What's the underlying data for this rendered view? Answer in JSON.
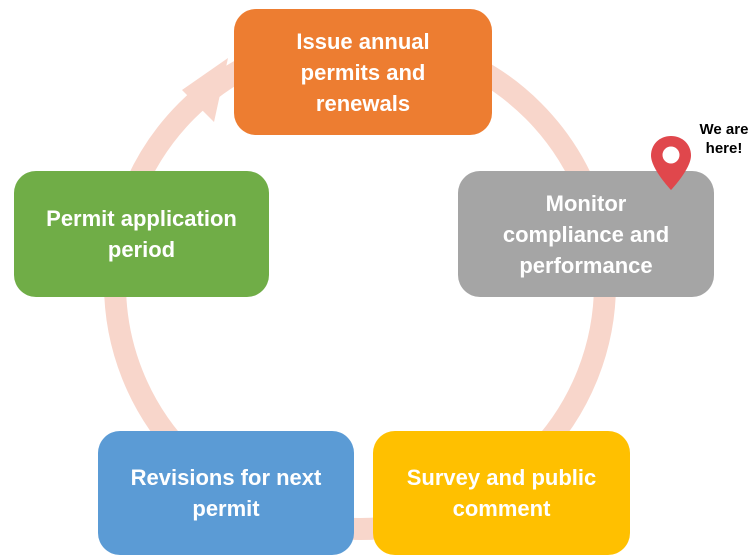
{
  "diagram": {
    "type": "cycle",
    "nodes": [
      {
        "id": "issue",
        "lines": [
          "Issue annual",
          "permits and",
          "renewals"
        ],
        "color": "#ed7d31"
      },
      {
        "id": "monitor",
        "lines": [
          "Monitor",
          "compliance and",
          "performance"
        ],
        "color": "#a5a5a5"
      },
      {
        "id": "survey",
        "lines": [
          "Survey and public",
          "comment"
        ],
        "color": "#ffc000"
      },
      {
        "id": "revision",
        "lines": [
          "Revisions for next",
          "permit"
        ],
        "color": "#5b9bd5"
      },
      {
        "id": "permit",
        "lines": [
          "Permit application",
          "period"
        ],
        "color": "#70ad47"
      }
    ],
    "ring_color": "#f8d6cb",
    "current_step": "monitor",
    "callout": {
      "lines": [
        "We are",
        "here!"
      ],
      "icon": "map-pin-icon",
      "color": "#e0474c"
    }
  }
}
